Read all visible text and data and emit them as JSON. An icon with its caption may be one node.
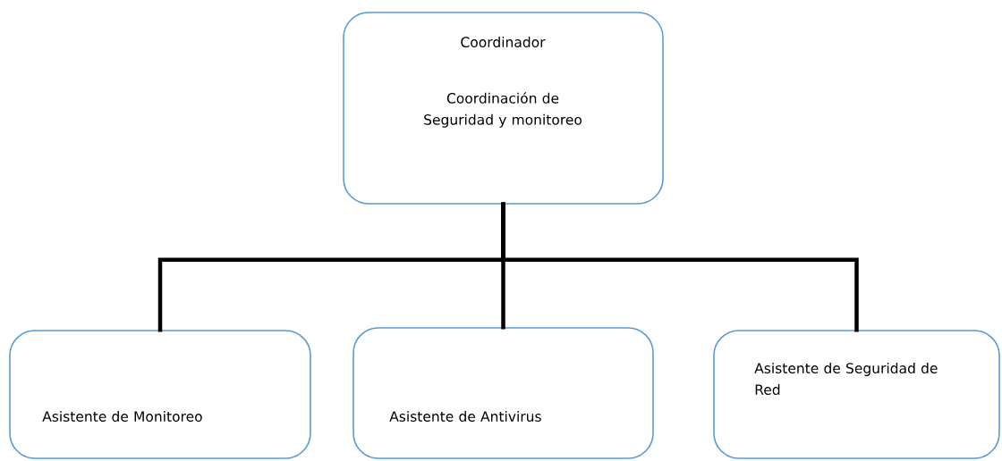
{
  "diagram": {
    "nodes": [
      {
        "text": [
          "Coordinador",
          "Coordinación de Seguridad y monitoreo"
        ]
      },
      {
        "text": [
          "Asistente de Monitoreo"
        ]
      },
      {
        "text": [
          "Asistente de Antivirus"
        ]
      },
      {
        "text": [
          "Asistente de Seguridad de Red"
        ]
      }
    ],
    "edges": [
      {
        "from": 0,
        "to": 1,
        "arrow": "none"
      },
      {
        "from": 0,
        "to": 2,
        "arrow": "none"
      },
      {
        "from": 0,
        "to": 3,
        "arrow": "none"
      }
    ]
  }
}
